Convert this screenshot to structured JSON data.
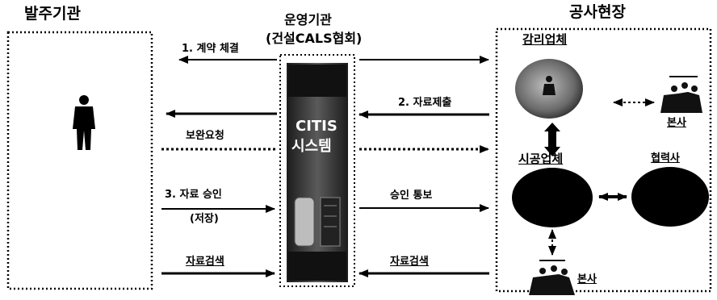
{
  "columns": {
    "client": "발주기관",
    "operator": "운영기관",
    "operator_sub": "(건설CALS협회)",
    "site": "공사현장"
  },
  "system": {
    "line1": "CITIS",
    "line2": "시스템"
  },
  "flows": {
    "contract": "1. 계약 체결",
    "submit": "2. 자료제출",
    "supplement": "보완요청",
    "approve": "3. 자료 승인",
    "store": "(저장)",
    "notify": "승인 통보",
    "search_left": "자료검색",
    "search_right": "자료검색"
  },
  "site_nodes": {
    "supervisor": "감리업체",
    "contractor": "시공업체",
    "partner": "협력사",
    "hq_top": "본사",
    "hq_bottom": "본사"
  },
  "colors": {
    "ink": "#000000",
    "server": "#3a3a3a",
    "paper": "#ffffff"
  }
}
